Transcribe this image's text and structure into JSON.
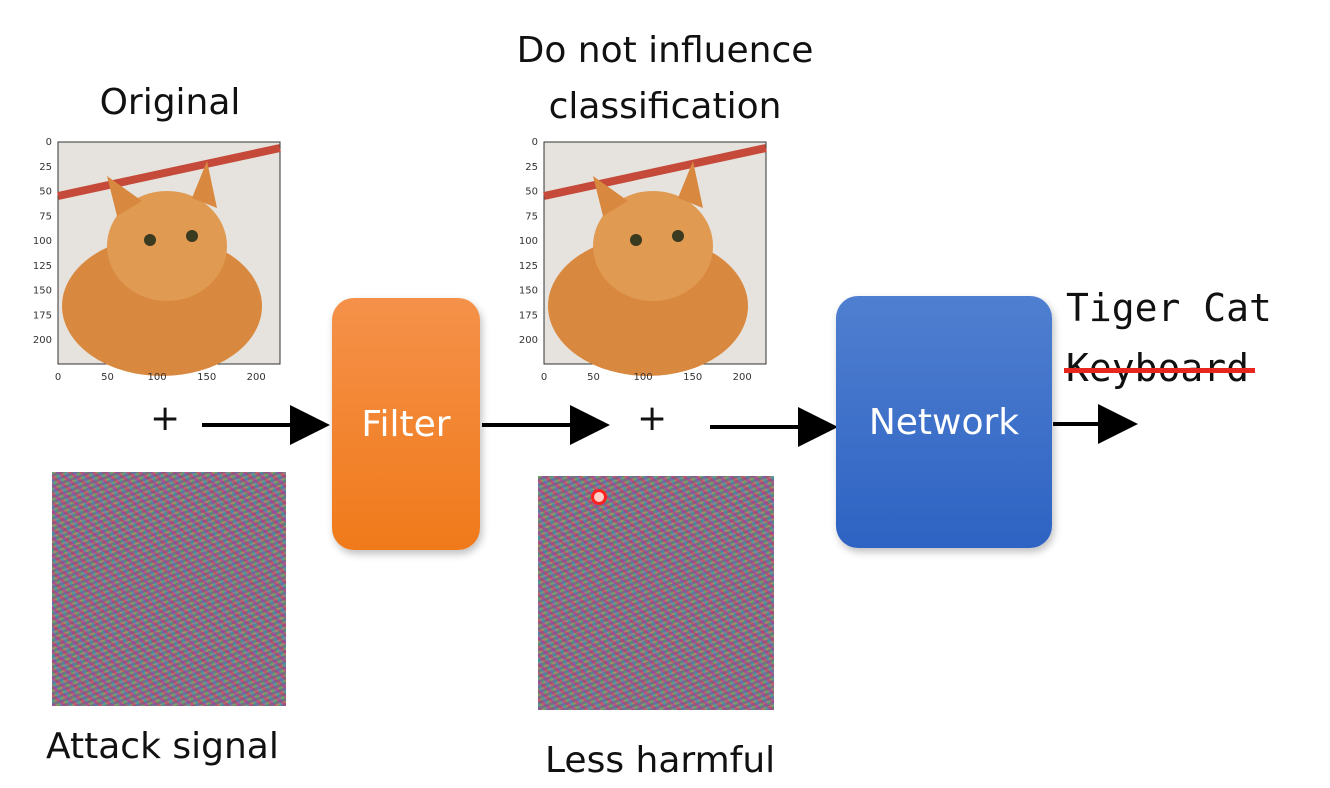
{
  "labels": {
    "original": "Original",
    "do_not_influence_line1": "Do not influence",
    "do_not_influence_line2": "classification",
    "attack_signal": "Attack signal",
    "less_harmful": "Less harmful",
    "plus": "+"
  },
  "blocks": {
    "filter": "Filter",
    "network": "Network"
  },
  "outputs": {
    "predicted": "Tiger Cat",
    "rejected": "Keyboard"
  },
  "plot_ticks": {
    "y": [
      "0",
      "25",
      "50",
      "75",
      "100",
      "125",
      "150",
      "175",
      "200"
    ],
    "x": [
      "0",
      "50",
      "100",
      "150",
      "200"
    ]
  },
  "colors": {
    "filter": "#f07a1a",
    "network": "#2e63c3",
    "strike": "#e8261d",
    "arrow": "#000000"
  }
}
